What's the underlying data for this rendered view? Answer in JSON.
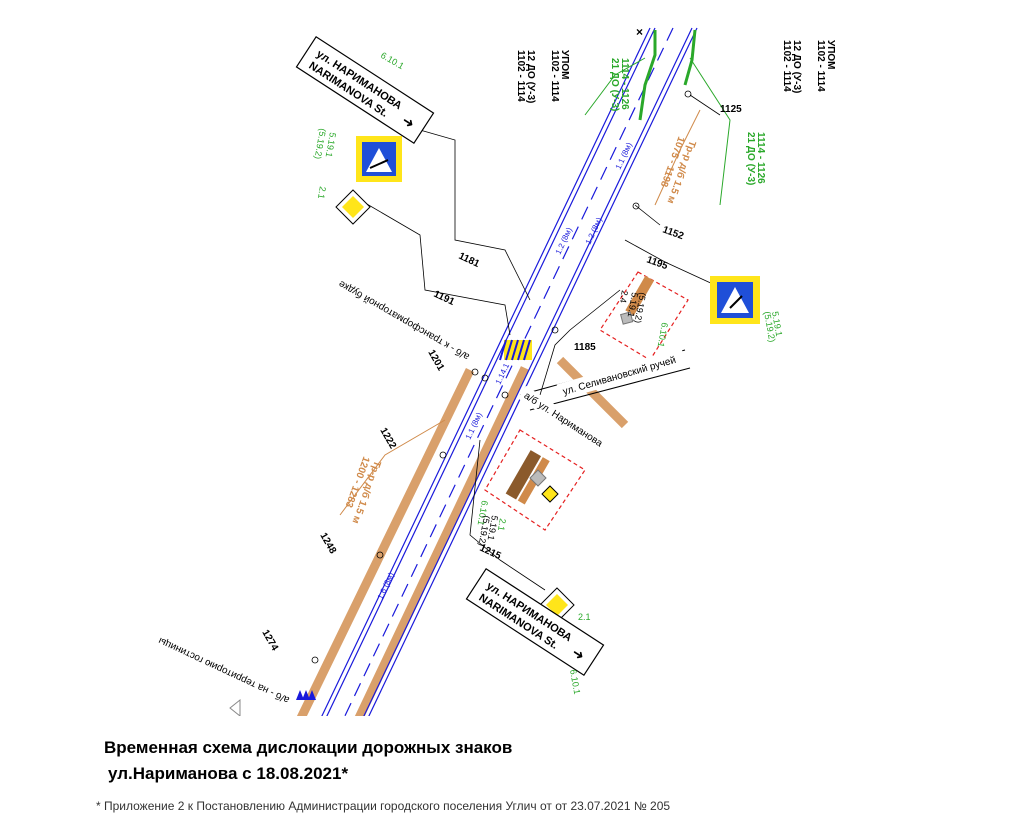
{
  "title": {
    "line1": "Временная схема дислокации дорожных знаков",
    "line2": "ул.Нариманова с 18.08.2021*"
  },
  "footnote": "* Приложение 2 к Постановлению Администрации городского поселения Углич от от 23.07.2021 № 205",
  "colors": {
    "road_line": "#1a1adb",
    "curb": "#d9a06b",
    "sign_blue": "#1f4fd8",
    "sign_yellow": "#ffe51a",
    "callout_green": "#2aa82a",
    "callout_orange": "#d08a4a",
    "red_dash": "#e52020"
  },
  "street_labels": {
    "selivanovsky": "ул. Селивановский ручей",
    "narimanova": "а/б ул. Нариманова",
    "to_transformer": "а/б - к трансформаторной будке",
    "to_hotel": "а/б - на территорию гостиницы"
  },
  "street_plates": {
    "top": {
      "ru": "ул. НАРИМАНОВА",
      "en": "NARIMANOVA St.",
      "code": "6.10.1"
    },
    "bottom": {
      "ru": "ул. НАРИМАНОВА",
      "en": "NARIMANOVA St.",
      "code": "6.10.1"
    }
  },
  "sign_codes": {
    "crossing_left": "5.19.1",
    "crossing_left_alt": "(5.19.2)",
    "priority_left": "2.1",
    "crossing_right": "5.19.1",
    "crossing_right_alt": "(5.19.2)",
    "priority_bottom": "2.1",
    "group_upper_a": "2.4",
    "group_upper_b": "5.19.1",
    "group_upper_c": "(5.19.2)",
    "group_upper_d": "6.10.1",
    "group_lower_a": "6.10.1",
    "group_lower_b": "5.19.1",
    "group_lower_c": "(5.19.2)",
    "group_lower_d": "2.1"
  },
  "chainage": {
    "c1125": "1125",
    "c1152": "1152",
    "c1181": "1181",
    "c1185": "1185",
    "c1191": "1191",
    "c1195": "1195",
    "c1201": "1201",
    "c1215": "1215",
    "c1222": "1222",
    "c1248": "1248",
    "c1274": "1274"
  },
  "top_right_block": {
    "l1": "УПОМ",
    "l2": "1102 - 1114",
    "l3": "12 ДО (У-3)",
    "l4": "1102 - 1114"
  },
  "top_mid_block": {
    "l1": "УПОМ",
    "l2": "1102 - 1114",
    "l3": "12 ДО (У-3)",
    "l4": "1102 - 1114"
  },
  "green_callout_left": {
    "l1": "21 ДО (У-3)",
    "l2": "1114 - 1126"
  },
  "green_callout_right": {
    "l1": "21 ДО (У-3)",
    "l2": "1114 - 1126"
  },
  "orange_callout_right": {
    "l1": "Тр-р д/б 1.5 м",
    "l2": "1075 - 1198"
  },
  "orange_callout_left": {
    "l1": "Тр-р д/б 1.5 м",
    "l2": "1200 - 1283"
  },
  "markings": {
    "m11": "1.1 (8м)",
    "m12": "1.2 (8м)",
    "m15": "1.5 (8м)",
    "m114": "1.14.1",
    "m16": "1.6 (8м)"
  }
}
